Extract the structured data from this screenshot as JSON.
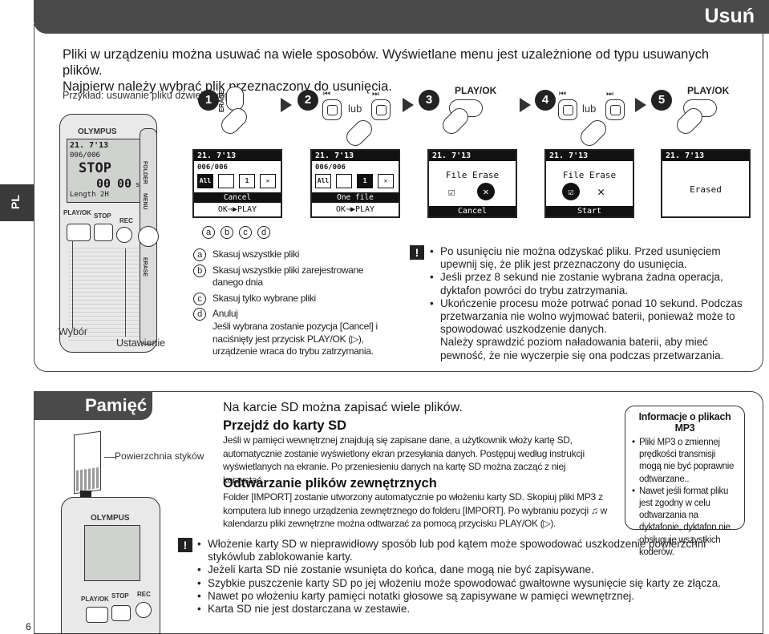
{
  "header": {
    "title": "Usuń"
  },
  "side_tab": {
    "label": "PL"
  },
  "intro": {
    "line1": "Pliki w urządzeniu można usuwać na wiele sposobów. Wyświetlane menu jest uzależnione od typu usuwanych plików.",
    "line2": "Najpierw należy wybrać plik przeznaczony do usunięcia."
  },
  "example_label": "Przykład: usuwanie pliku dźwiękowego",
  "steps": [
    {
      "num": "1",
      "label": "ERASE"
    },
    {
      "num": "2",
      "label": "lub"
    },
    {
      "num": "3",
      "label": "PLAY/OK"
    },
    {
      "num": "4",
      "label": "lub"
    },
    {
      "num": "5",
      "label": "PLAY/OK"
    }
  ],
  "device_main": {
    "brand": "OLYMPUS",
    "screen_date": "21. 7'13",
    "screen_file": "006/006",
    "screen_mode": "STOP",
    "screen_time": "00",
    "screen_time2": "00",
    "screen_unit": "s",
    "screen_length": "Length 2H",
    "btn_play": "PLAY/OK",
    "btn_stop": "STOP",
    "btn_rec": "REC",
    "btn_folder": "FOLDER",
    "btn_menu": "MENU",
    "btn_erase": "ERASE",
    "label_wybor": "Wybór",
    "label_ustawienie": "Ustawienie"
  },
  "screens": [
    {
      "date": "21. 7'13",
      "file": "006/006",
      "icons": [
        "All",
        "",
        "1",
        "✕"
      ],
      "bar": "Cancel",
      "sub": "OK⇒▶PLAY"
    },
    {
      "date": "21. 7'13",
      "file": "006/006",
      "icons": [
        "All",
        "",
        "1",
        "✕"
      ],
      "bar": "One file",
      "sub": "OK⇒▶PLAY"
    },
    {
      "date": "21. 7'13",
      "title": "File Erase",
      "bar": "Cancel"
    },
    {
      "date": "21. 7'13",
      "title": "File Erase",
      "bar": "Start"
    },
    {
      "date": "21. 7'13",
      "title": "Erased"
    }
  ],
  "screen_letters": [
    "a",
    "b",
    "c",
    "d"
  ],
  "legend": [
    {
      "letter": "a",
      "text": "Skasuj wszystkie pliki"
    },
    {
      "letter": "b",
      "text": "Skasuj wszystkie pliki zarejestrowane danego dnia"
    },
    {
      "letter": "c",
      "text": "Skasuj tylko wybrane pliki"
    },
    {
      "letter": "d",
      "text": "Anuluj"
    }
  ],
  "legend_note": "Jeśli wybrana zostanie pozycja [Cancel] i naciśnięty jest przycisk PLAY/OK (▷), urządzenie wraca do trybu zatrzymania.",
  "warnings1": [
    "Po usunięciu nie można odzyskać pliku. Przed usunięciem upewnij się, że plik jest przeznaczony do usunięcia.",
    "Jeśli przez 8 sekund nie zostanie wybrana żadna operacja, dyktafon powróci do trybu zatrzymania.",
    "Ukończenie procesu może potrwać ponad 10 sekund. Podczas przetwarzania nie wolno wyjmować baterii, ponieważ może to spowodować uszkodzenie danych."
  ],
  "warnings1_extra": "Należy sprawdzić poziom naładowania baterii, aby mieć pewność, że nie wyczerpie się ona podczas przetwarzania.",
  "section2": {
    "title": "Pamięć",
    "contact_label": "Powierzchnia styków",
    "device_brand": "OLYMPUS",
    "intro": "Na karcie SD można zapisać wiele plików.",
    "h_sd": "Przejdź do karty SD",
    "p_sd": "Jeśli w pamięci wewnętrznej znajdują się zapisane dane, a użytkownik włoży kartę SD, automatycznie zostanie wyświetlony ekran przesyłania danych. Postępuj według instrukcji wyświetlanych na ekranie. Po przeniesieniu danych na kartę SD można zacząć z niej korzystać.",
    "h_ext": "Odtwarzanie plików zewnętrznych",
    "p_ext": "Folder [IMPORT] zostanie utworzony automatycznie po włożeniu karty SD. Skopiuj pliki MP3 z komputera lub innego urządzenia zewnętrznego do folderu [IMPORT]. Po wybraniu pozycji ♫ w kalendarzu pliki zewnętrzne można odtwarzać za pomocą przycisku PLAY/OK (▷).",
    "mp3_title": "Informacje o plikach MP3",
    "mp3_items": [
      "Pliki MP3 o zmiennej prędkości transmisji mogą nie być poprawnie odtwarzane..",
      "Nawet jeśli format pliku jest zgodny w celu odtwarzania na dyktafonie, dyktafon nie obsługuje wszystkich koderów."
    ],
    "warnings": [
      "Włożenie karty SD w nieprawidłowy sposób lub pod kątem może spowodować uszkodzenie powierzchni stykówlub zablokowanie karty.",
      "Jeżeli karta SD nie zostanie wsunięta do końca, dane mogą nie być zapisywane.",
      "Szybkie puszczenie karty SD po jej włożeniu może spowodować gwałtowne wysunięcie się karty ze złącza.",
      "Nawet po włożeniu karty pamięci notatki głosowe są zapisywane w pamięci wewnętrznej.",
      "Karta SD nie jest dostarczana w zestawie."
    ]
  },
  "page_number": "6"
}
